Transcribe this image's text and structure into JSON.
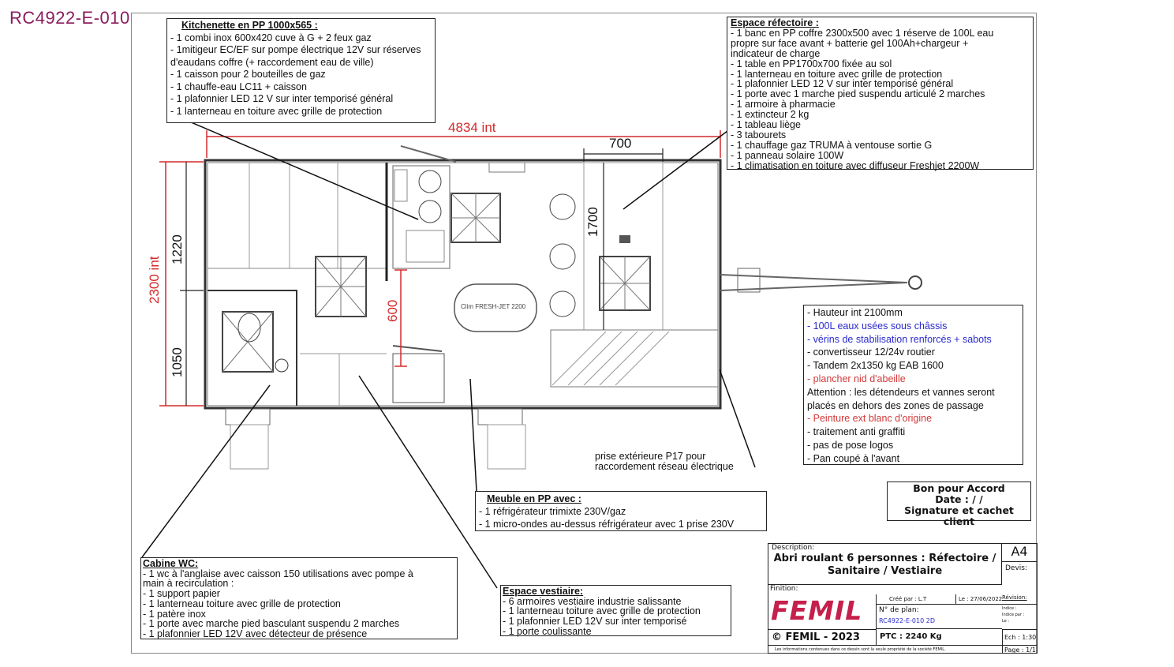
{
  "ref_code": "RC4922-E-010",
  "dimensions": {
    "length_int": "4834 int",
    "width_int": "2300 int",
    "d1220": "1220",
    "d1050": "1050",
    "d700": "700",
    "d1700": "1700",
    "d600": "600",
    "clim_label": "Clim FRESH-JET 2200"
  },
  "kitchenette": {
    "title": "Kitchenette en PP 1000x565 :",
    "lines": [
      "- 1 combi inox 600x420 cuve à G + 2 feux gaz",
      "- 1mitigeur EC/EF sur pompe électrique 12V sur réserves",
      "d'eaudans coffre (+ raccordement eau de ville)",
      "- 1 caisson pour 2 bouteilles de gaz",
      "- 1 chauffe-eau LC11 + caisson",
      "- 1 plafonnier LED 12 V sur inter temporisé général",
      "- 1 lanterneau en toiture avec grille de protection"
    ]
  },
  "refectoire": {
    "title": "Espace réfectoire :",
    "lines": [
      "- 1 banc en PP coffre 2300x500 avec 1 réserve de 100L eau",
      "propre sur face avant + batterie gel 100Ah+chargeur +",
      "indicateur de charge",
      "- 1 table en PP1700x700 fixée au sol",
      "- 1 lanterneau en toiture avec grille de protection",
      "- 1 plafonnier LED 12 V sur inter temporisé général",
      "- 1 porte  avec 1 marche pied suspendu articulé 2 marches",
      "- 1 armoire à pharmacie",
      "- 1 extincteur 2 kg",
      "- 1 tableau liège",
      "- 3 tabourets",
      "- 1 chauffage gaz TRUMA à ventouse sortie G",
      "- 1 panneau solaire 100W",
      "- 1 climatisation en toiture avec diffuseur Freshjet 2200W"
    ]
  },
  "options": {
    "lines": [
      {
        "text": "- Hauteur int 2100mm",
        "color": "black"
      },
      {
        "text": "- 100L eaux usées sous châssis",
        "color": "blue"
      },
      {
        "text": "- vérins de stabilisation renforcés + sabots",
        "color": "blue"
      },
      {
        "text": "- convertisseur 12/24v routier",
        "color": "black"
      },
      {
        "text": "- Tandem 2x1350 kg EAB 1600",
        "color": "black"
      },
      {
        "text": "- plancher nid d'abeille",
        "color": "red"
      },
      {
        "text": "Attention : les détendeurs et vannes seront",
        "color": "black"
      },
      {
        "text": "placés en dehors des zones de passage",
        "color": "black"
      },
      {
        "text": "- Peinture ext blanc d'origine",
        "color": "red"
      },
      {
        "text": "- traitement anti graffiti",
        "color": "black"
      },
      {
        "text": "- pas de pose logos",
        "color": "black"
      },
      {
        "text": "- Pan coupé à l'avant",
        "color": "black"
      }
    ]
  },
  "prise": {
    "line1": "prise extérieure P17 pour",
    "line2": "raccordement réseau électrique"
  },
  "meuble": {
    "title": "Meuble en PP avec :",
    "lines": [
      "- 1 réfrigérateur trimixte 230V/gaz",
      "- 1 micro-ondes au-dessus réfrigérateur avec 1 prise 230V"
    ]
  },
  "cabine_wc": {
    "title": "Cabine WC:",
    "lines": [
      "- 1 wc à l'anglaise avec caisson 150 utilisations avec pompe à",
      "main à recirculation :",
      "- 1 support papier",
      "- 1 lanterneau toiture avec grille de protection",
      "- 1 patère inox",
      "- 1 porte avec marche pied basculant suspendu 2 marches",
      "- 1 plafonnier LED 12V avec détecteur de présence"
    ]
  },
  "vestiaire": {
    "title": "Espace vestiaire:",
    "lines": [
      "- 6 armoires vestiaire industrie salissante",
      "- 1 lanterneau toiture avec grille de protection",
      "- 1 plafonnier LED 12V sur inter temporisé",
      "- 1 porte coulissante"
    ]
  },
  "accord": {
    "line1": "Bon pour Accord",
    "line2": "Date :   /   /",
    "line3": "Signature et cachet client"
  },
  "title_block": {
    "description_label": "Description:",
    "description_l1": "Abri roulant 6 personnes : Réfectoire /",
    "description_l2": "Sanitaire / Vestiaire",
    "finition_label": "Finition:",
    "format": "A4",
    "devis_label": "Devis:",
    "logo": "FEMIL",
    "cree_par": "Créé par : L.T",
    "le": "Le : 27/06/2022",
    "revision": "Révision:",
    "plan_label": "N° de plan:",
    "plan_no": "RC4922-E-010 2D",
    "indice": "Indice :",
    "indice_par": "Indice par :",
    "indice_le": "Le :",
    "copyright": "© FEMIL - 2023",
    "ptc": "PTC : 2240 Kg",
    "echelle": "Ech : 1:30",
    "page": "Page : 1/1",
    "footer": "Les informations contenues dans ce dessin sont la seule propriété de la société FEMIL."
  }
}
